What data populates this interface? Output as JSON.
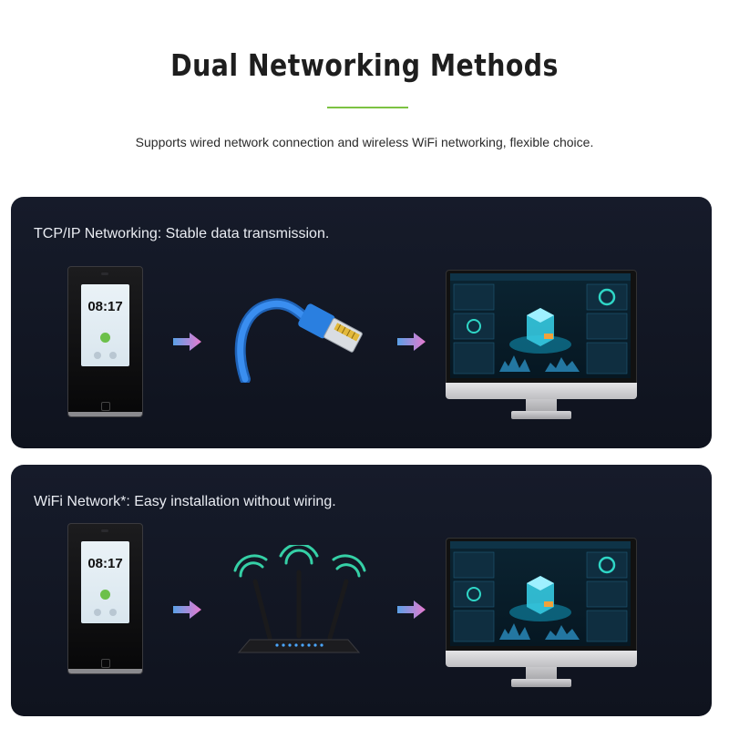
{
  "header": {
    "title": "Dual Networking Methods",
    "subtitle": "Supports wired network connection and wireless WiFi networking, flexible choice.",
    "accent_color": "#7cc242"
  },
  "panels": [
    {
      "label": "TCP/IP Networking: Stable data transmission.",
      "device_time": "08:17",
      "connector": "ethernet-cable-icon",
      "target": "monitor-dashboard-icon"
    },
    {
      "label": "WiFi Network*: Easy installation without wiring.",
      "device_time": "08:17",
      "connector": "wifi-router-icon",
      "target": "monitor-dashboard-icon"
    }
  ],
  "colors": {
    "panel_bg": "#131826",
    "arrow_start": "#5aa0e6",
    "arrow_end": "#e87ad0",
    "cable_blue": "#2a7fe0",
    "wifi_green": "#35d0a6"
  }
}
